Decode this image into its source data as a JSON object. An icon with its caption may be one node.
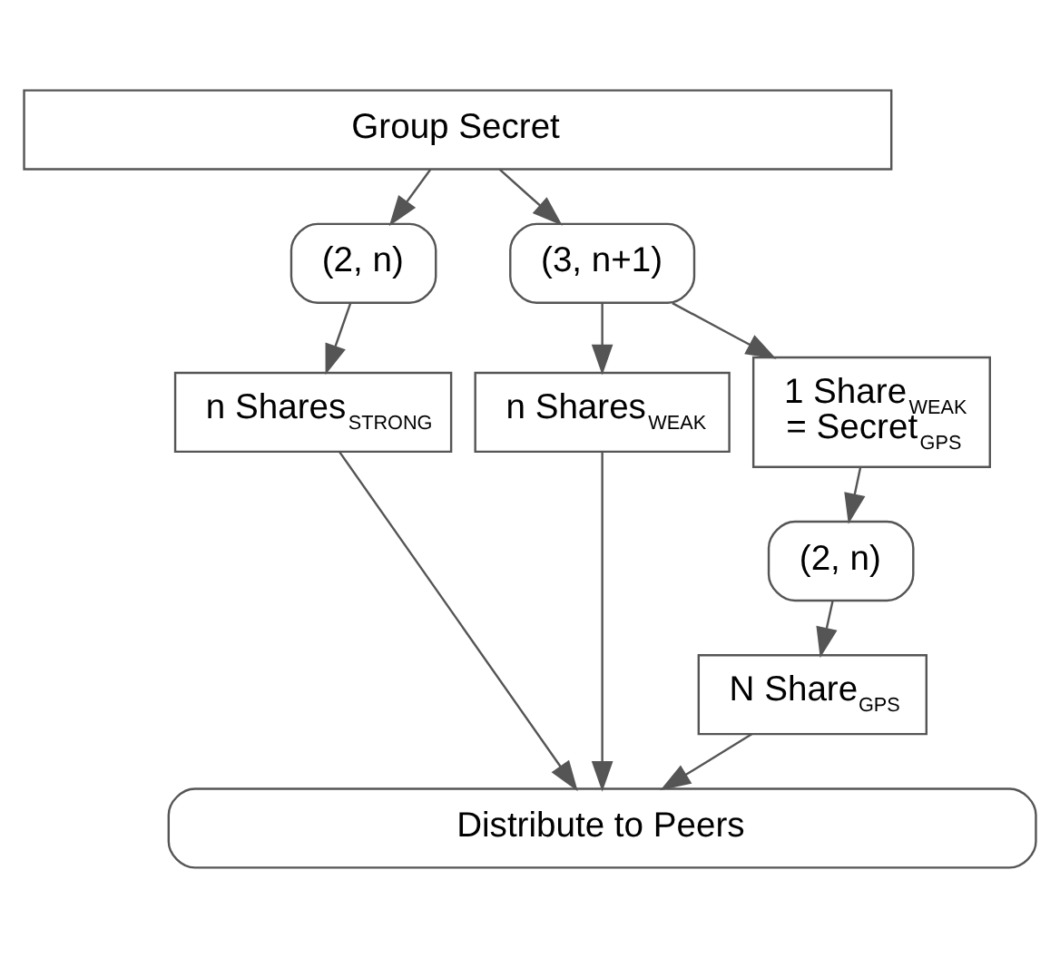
{
  "diagram": {
    "nodes": [
      {
        "text": [
          "Group Secret"
        ]
      },
      {
        "text": [
          "(2, n)"
        ]
      },
      {
        "text": [
          "(3, n+1)"
        ]
      },
      {
        "text": [
          "n Shares$_{STRONG}$"
        ]
      },
      {
        "text": [
          "n Shares$_{WEAK}$"
        ]
      },
      {
        "text": [
          "1 Share$_{WEAK}$ = Secret$_{GPS}$"
        ]
      },
      {
        "text": [
          "(2, n)"
        ]
      },
      {
        "text": [
          "N Share$_{GPS}$"
        ]
      },
      {
        "text": [
          "Distribute to Peers"
        ]
      }
    ],
    "edges": [
      {
        "from": 0,
        "to": 1,
        "arrow": "to"
      },
      {
        "from": 0,
        "to": 2,
        "arrow": "to"
      },
      {
        "from": 1,
        "to": 3,
        "arrow": "to"
      },
      {
        "from": 2,
        "to": 4,
        "arrow": "to"
      },
      {
        "from": 2,
        "to": 5,
        "arrow": "to"
      },
      {
        "from": 5,
        "to": 6,
        "arrow": "to"
      },
      {
        "from": 6,
        "to": 7,
        "arrow": "to"
      },
      {
        "from": 3,
        "to": 8,
        "arrow": "to"
      },
      {
        "from": 4,
        "to": 8,
        "arrow": "to"
      },
      {
        "from": 7,
        "to": 8,
        "arrow": "to"
      }
    ]
  }
}
